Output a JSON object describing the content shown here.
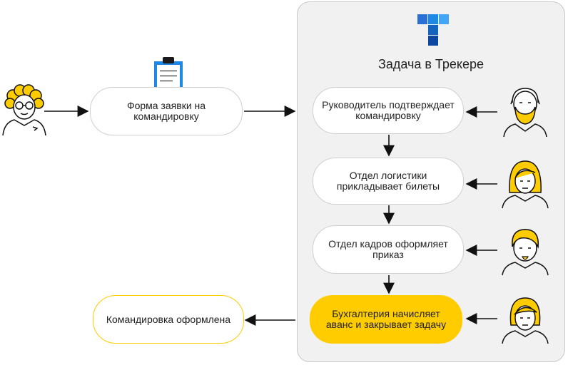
{
  "tracker": {
    "title": "Задача в Трекере",
    "logo": "tracker-logo"
  },
  "request_form": {
    "label": "Форма заявки на командировку",
    "icon": "clipboard-icon"
  },
  "steps": [
    {
      "label": "Руководитель подтверждает командировку",
      "person": "bald-bearded-man-icon"
    },
    {
      "label": "Отдел логистики прикладывает билеты",
      "person": "woman-long-hair-icon"
    },
    {
      "label": "Отдел кадров оформляет приказ",
      "person": "man-with-beard-icon"
    },
    {
      "label": "Бухгалтерия начисляет аванс и закрывает задачу",
      "person": "woman-short-hair-icon"
    }
  ],
  "result": {
    "label": "Командировка оформлена"
  },
  "requester": {
    "person": "curly-haired-man-with-glasses-icon"
  },
  "colors": {
    "accent_yellow": "#ffcc00",
    "panel_bg": "#f1f1f1",
    "tracker_blue": "#1a73e8"
  }
}
